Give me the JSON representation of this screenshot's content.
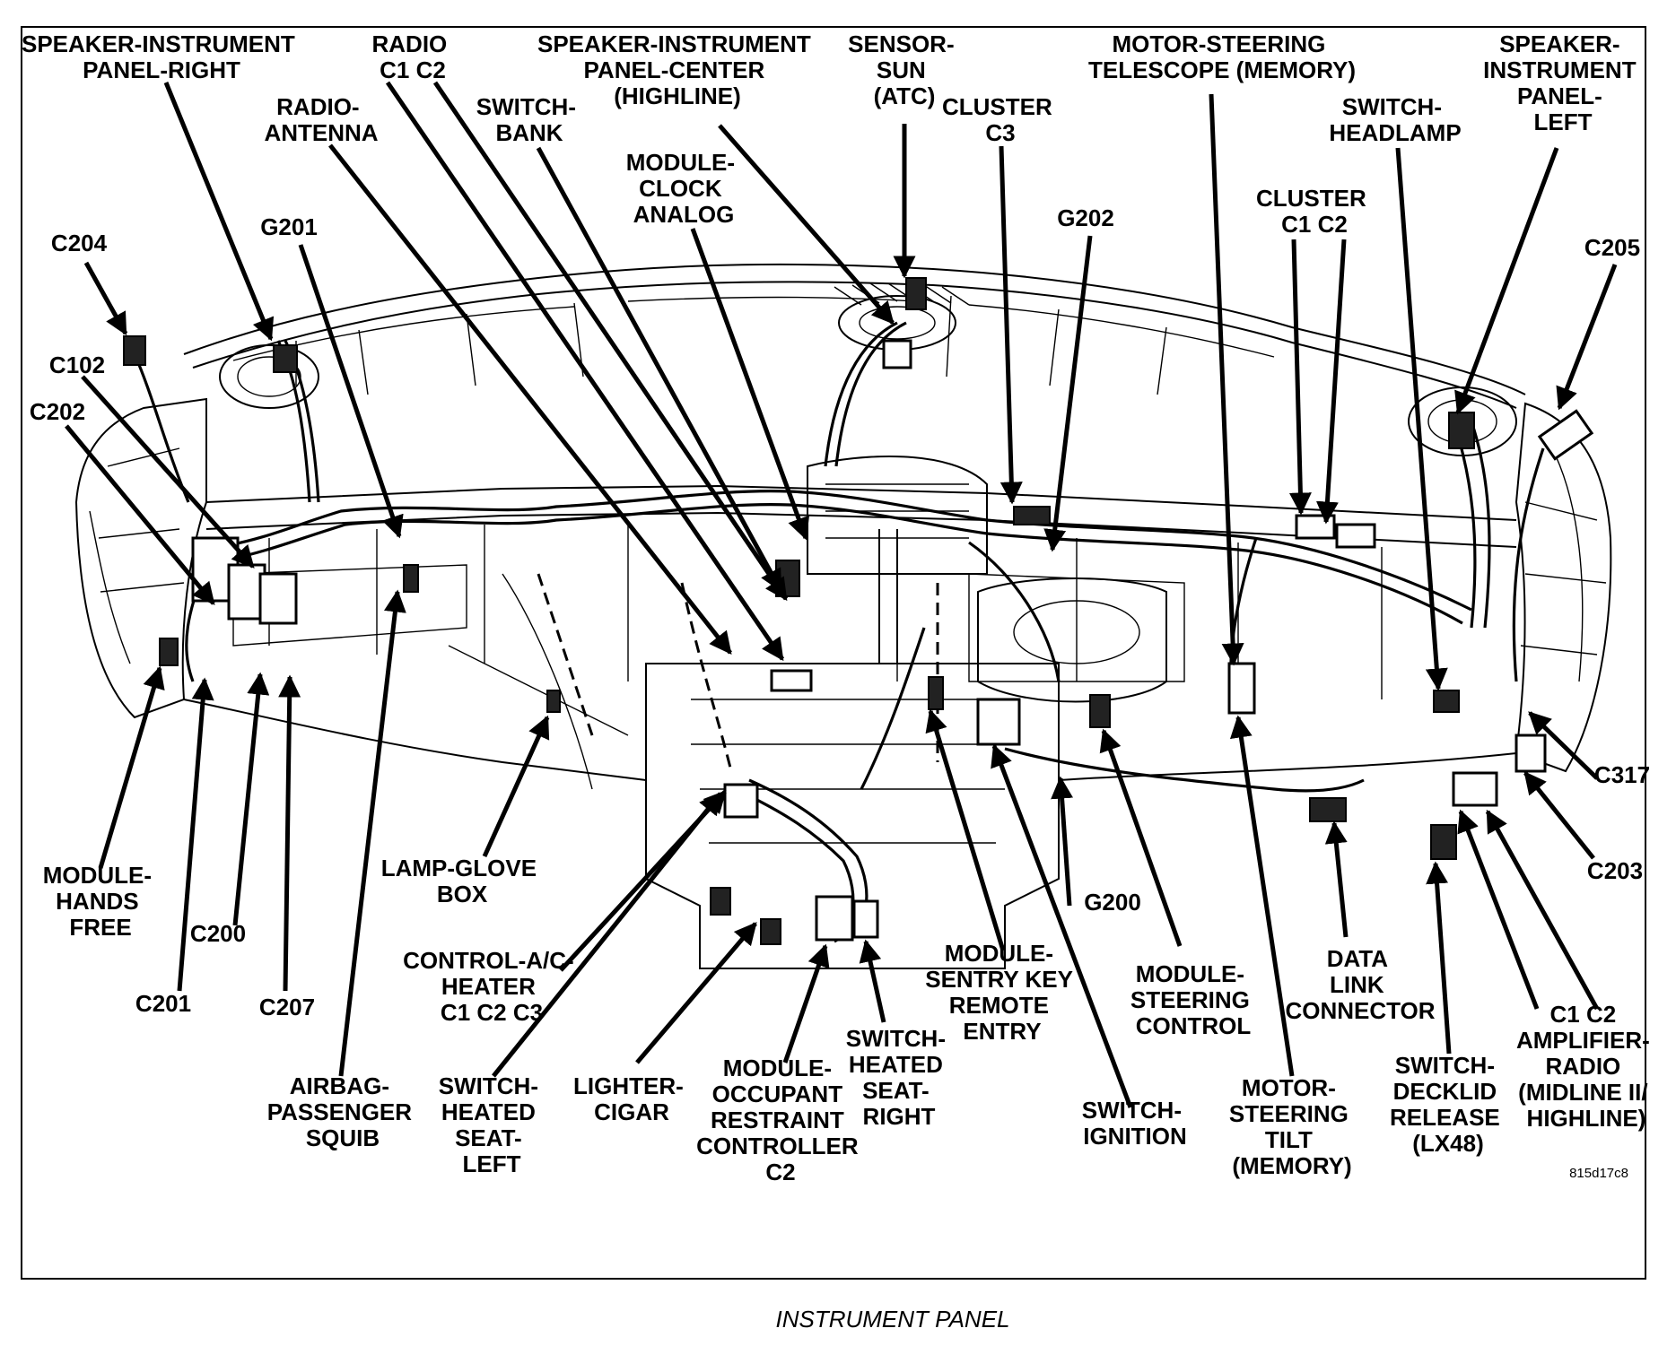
{
  "diagram": {
    "caption": "INSTRUMENT PANEL",
    "ref_code": "815d17c8",
    "labels": {
      "speaker_ip_right": [
        "SPEAKER-INSTRUMENT",
        "PANEL-RIGHT"
      ],
      "radio": [
        "RADIO",
        "C1   C2"
      ],
      "speaker_ip_center": [
        "SPEAKER-INSTRUMENT",
        "PANEL-CENTER",
        "(HIGHLINE)"
      ],
      "sensor_sun": [
        "SENSOR-",
        "SUN",
        "(ATC)"
      ],
      "motor_steering_telescope": [
        "MOTOR-STEERING",
        "TELESCOPE (MEMORY)"
      ],
      "speaker_ip_left": [
        "SPEAKER-",
        "INSTRUMENT",
        "PANEL-",
        "LEFT"
      ],
      "radio_antenna": [
        "RADIO-",
        "ANTENNA"
      ],
      "switch_bank": [
        "SWITCH-",
        "BANK"
      ],
      "cluster_c3": [
        "CLUSTER",
        "C3"
      ],
      "switch_headlamp": [
        "SWITCH-",
        "HEADLAMP"
      ],
      "module_clock": [
        "MODULE-",
        "CLOCK",
        "ANALOG"
      ],
      "cluster_c1c2": [
        "CLUSTER",
        "C1      C2"
      ],
      "g201": [
        "G201"
      ],
      "g202": [
        "G202"
      ],
      "c204": [
        "C204"
      ],
      "c205": [
        "C205"
      ],
      "c102": [
        "C102"
      ],
      "c202": [
        "C202"
      ],
      "c317": [
        "C317"
      ],
      "c203": [
        "C203"
      ],
      "module_hands_free": [
        "MODULE-",
        "HANDS",
        "FREE"
      ],
      "c200": [
        "C200"
      ],
      "c201": [
        "C201"
      ],
      "c207": [
        "C207"
      ],
      "lamp_glove_box": [
        "LAMP-GLOVE",
        "BOX"
      ],
      "control_ac_heater": [
        "CONTROL-A/C-",
        "HEATER",
        "C1   C2   C3"
      ],
      "g200": [
        "G200"
      ],
      "module_sentry_key": [
        "MODULE-",
        "SENTRY KEY",
        "REMOTE",
        "ENTRY"
      ],
      "module_steering_control": [
        "MODULE-",
        "STEERING",
        "CONTROL"
      ],
      "data_link_connector": [
        "DATA",
        "LINK",
        "CONNECTOR"
      ],
      "amplifier_radio": [
        "C1    C2",
        "AMPLIFIER-",
        "RADIO",
        "(MIDLINE II/",
        "HIGHLINE)"
      ],
      "airbag_passenger_squib": [
        "AIRBAG-",
        "PASSENGER",
        "SQUIB"
      ],
      "switch_heated_seat_left": [
        "SWITCH-",
        "HEATED",
        "SEAT-",
        "LEFT"
      ],
      "lighter_cigar": [
        "LIGHTER-",
        "CIGAR"
      ],
      "module_occupant_restraint": [
        "MODULE-",
        "OCCUPANT",
        "RESTRAINT",
        "CONTROLLER",
        "C2"
      ],
      "switch_heated_seat_right": [
        "SWITCH-",
        "HEATED",
        "SEAT-",
        "RIGHT"
      ],
      "switch_ignition": [
        "SWITCH-",
        "IGNITION"
      ],
      "motor_steering_tilt": [
        "MOTOR-",
        "STEERING",
        "TILT",
        "(MEMORY)"
      ],
      "switch_decklid_release": [
        "SWITCH-",
        "DECKLID",
        "RELEASE",
        "(LX48)"
      ]
    }
  }
}
